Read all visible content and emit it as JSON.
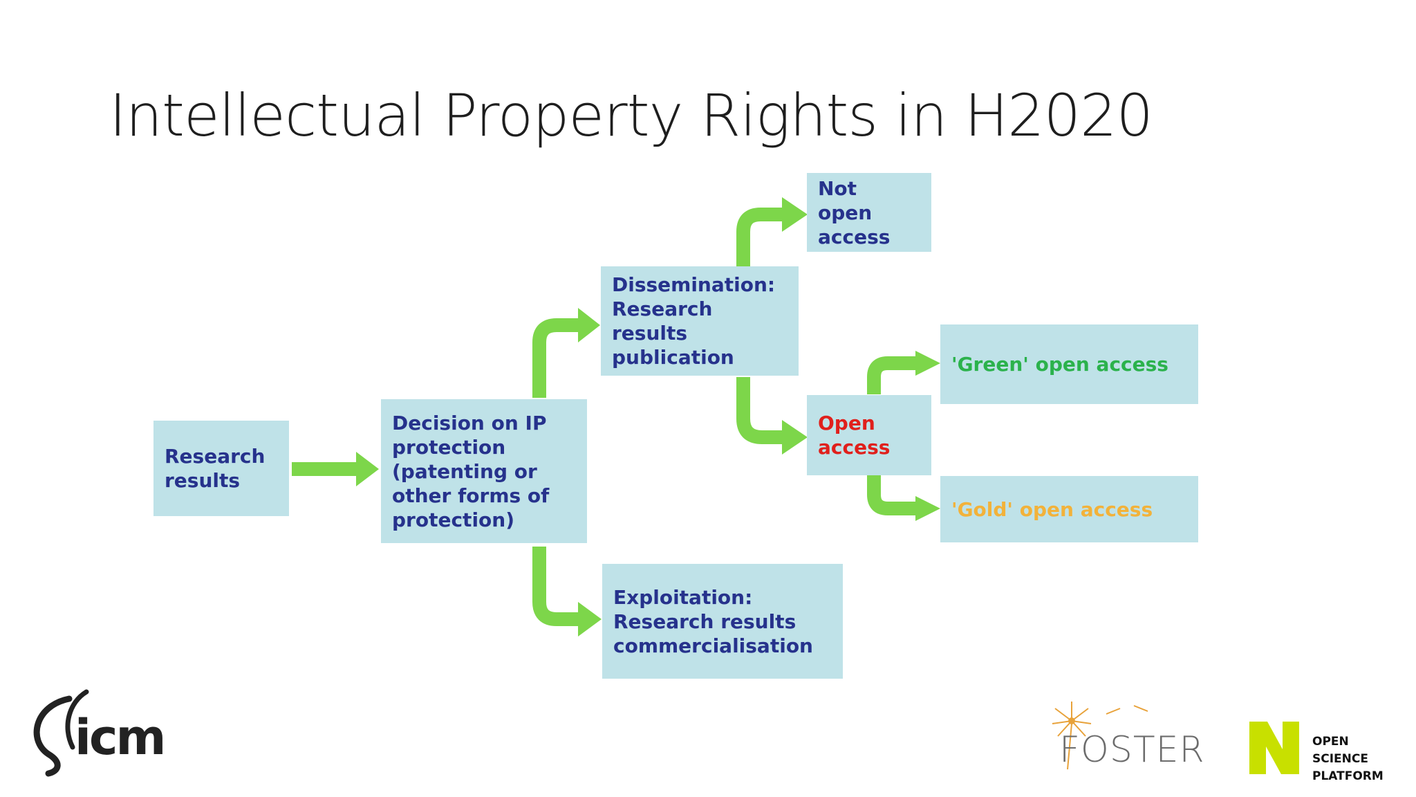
{
  "title": "Intellectual Property Rights in H2020",
  "boxes": {
    "research_results": "Research results",
    "decision": "Decision on IP protection (patenting or other forms of protection)",
    "dissemination": "Dissemination: Research results publication",
    "exploitation": "Exploitation: Research results commercialisation",
    "not_open_access": "Not open access",
    "open_access": "Open access",
    "green_open_access": "'Green' open access",
    "gold_open_access": "'Gold' open access"
  },
  "logos": {
    "icm": "icm",
    "foster": "FOSTER",
    "osp": {
      "line1": "OPEN",
      "line2": "SCIENCE",
      "line3": "PLATFORM"
    }
  },
  "colors": {
    "box_fill": "#bfe2e8",
    "box_text": "#26328c",
    "arrow": "#7dd64a",
    "open_access_text": "#e0201c",
    "green_text": "#2bb24c",
    "gold_text": "#f2b23a",
    "osp_accent": "#c8e000"
  }
}
